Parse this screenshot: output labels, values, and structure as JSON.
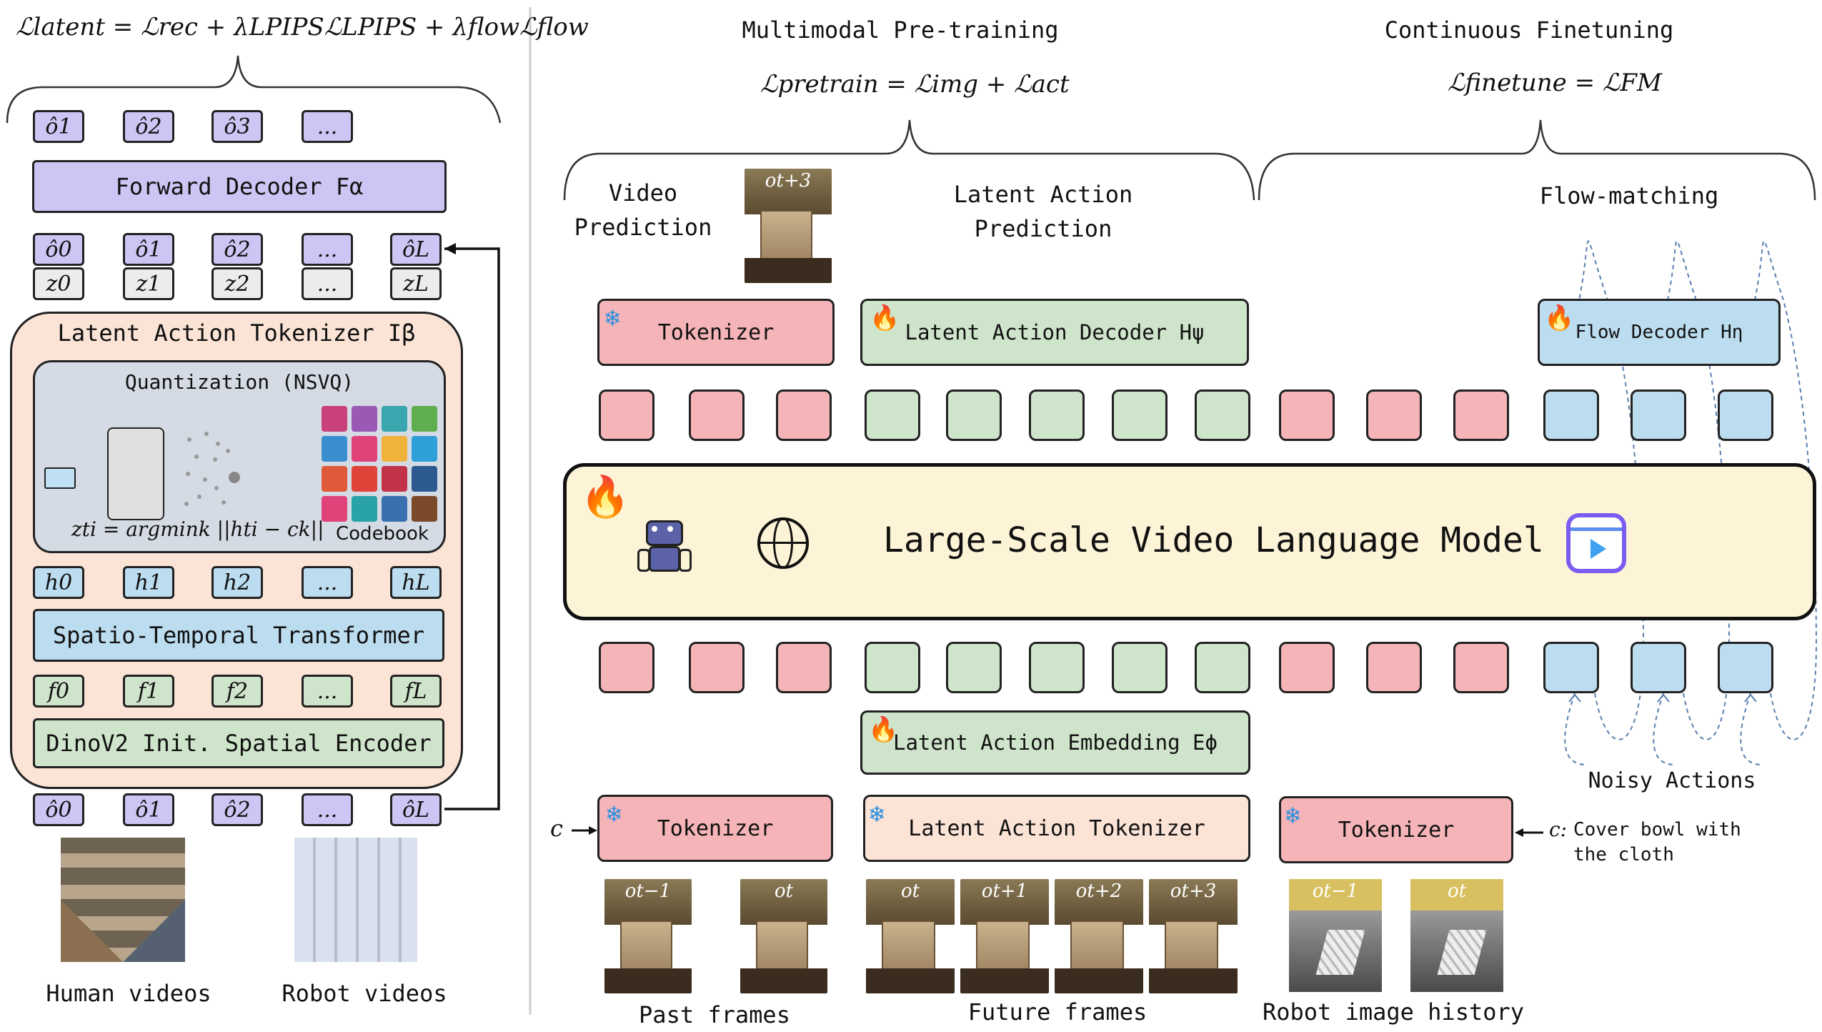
{
  "left": {
    "latent_loss": "ℒlatent = ℒrec + λLPIPSℒLPIPS + λflowℒflow",
    "outputs_top": [
      "ô1",
      "ô2",
      "ô3",
      "..."
    ],
    "forward_decoder": "Forward Decoder Fα",
    "o_hat_row": [
      "ô0",
      "ô1",
      "ô2",
      "...",
      "ôL"
    ],
    "z_row": [
      "z0",
      "z1",
      "z2",
      "...",
      "zL"
    ],
    "tokenizer_title": "Latent Action Tokenizer Iβ",
    "quant_title": "Quantization (NSVQ)",
    "quant_formula": "zti = argmink ||hti − ck||",
    "codebook_label": "Codebook",
    "h_row": [
      "h0",
      "h1",
      "h2",
      "...",
      "hL"
    ],
    "spatio": "Spatio-Temporal Transformer",
    "f_row": [
      "f0",
      "f1",
      "f2",
      "...",
      "fL"
    ],
    "dino": "DinoV2 Init. Spatial Encoder",
    "o_hat_bottom": [
      "ô0",
      "ô1",
      "ô2",
      "...",
      "ôL"
    ],
    "human_videos": "Human videos",
    "robot_videos": "Robot videos",
    "codebook_colors": [
      "#c9417b",
      "#9a59b5",
      "#3aa6b0",
      "#5fae50",
      "#3b8fd0",
      "#e0437a",
      "#f0b23a",
      "#2f9fd8",
      "#e05a3a",
      "#e0433a",
      "#c2334a",
      "#2c5a90",
      "#e0437a",
      "#2aa3a8",
      "#3a6fb0",
      "#7a4a2a"
    ]
  },
  "right": {
    "pretrain_title": "Multimodal Pre-training",
    "pretrain_loss": "ℒpretrain = ℒimg + ℒact",
    "finetune_title": "Continuous Finetuning",
    "finetune_loss": "ℒfinetune = ℒFM",
    "video_prediction": "Video\nPrediction",
    "latent_action_prediction": "Latent Action\nPrediction",
    "flow_matching": "Flow-matching",
    "frame_top_label": "ot+3",
    "tokenizer_top": "Tokenizer",
    "latent_action_decoder": "Latent Action Decoder Hψ",
    "flow_decoder": "Flow Decoder Hη",
    "vlm": "Large-Scale Video Language Model",
    "latent_action_embedding": "Latent Action Embedding Eϕ",
    "noisy_actions": "Noisy Actions",
    "c_label": "c",
    "tokenizer_bottom_left": "Tokenizer",
    "latent_action_tokenizer": "Latent Action Tokenizer",
    "tokenizer_bottom_right": "Tokenizer",
    "c_prompt_prefix": "c:",
    "c_prompt": "Cover bowl with\nthe cloth",
    "past_frames_labels": [
      "ot−1",
      "ot"
    ],
    "future_frames_labels": [
      "ot",
      "ot+1",
      "ot+2",
      "ot+3"
    ],
    "robot_frames_labels": [
      "ot−1",
      "ot"
    ],
    "past_frames": "Past frames",
    "future_frames": "Future frames",
    "robot_history": "Robot image history"
  }
}
